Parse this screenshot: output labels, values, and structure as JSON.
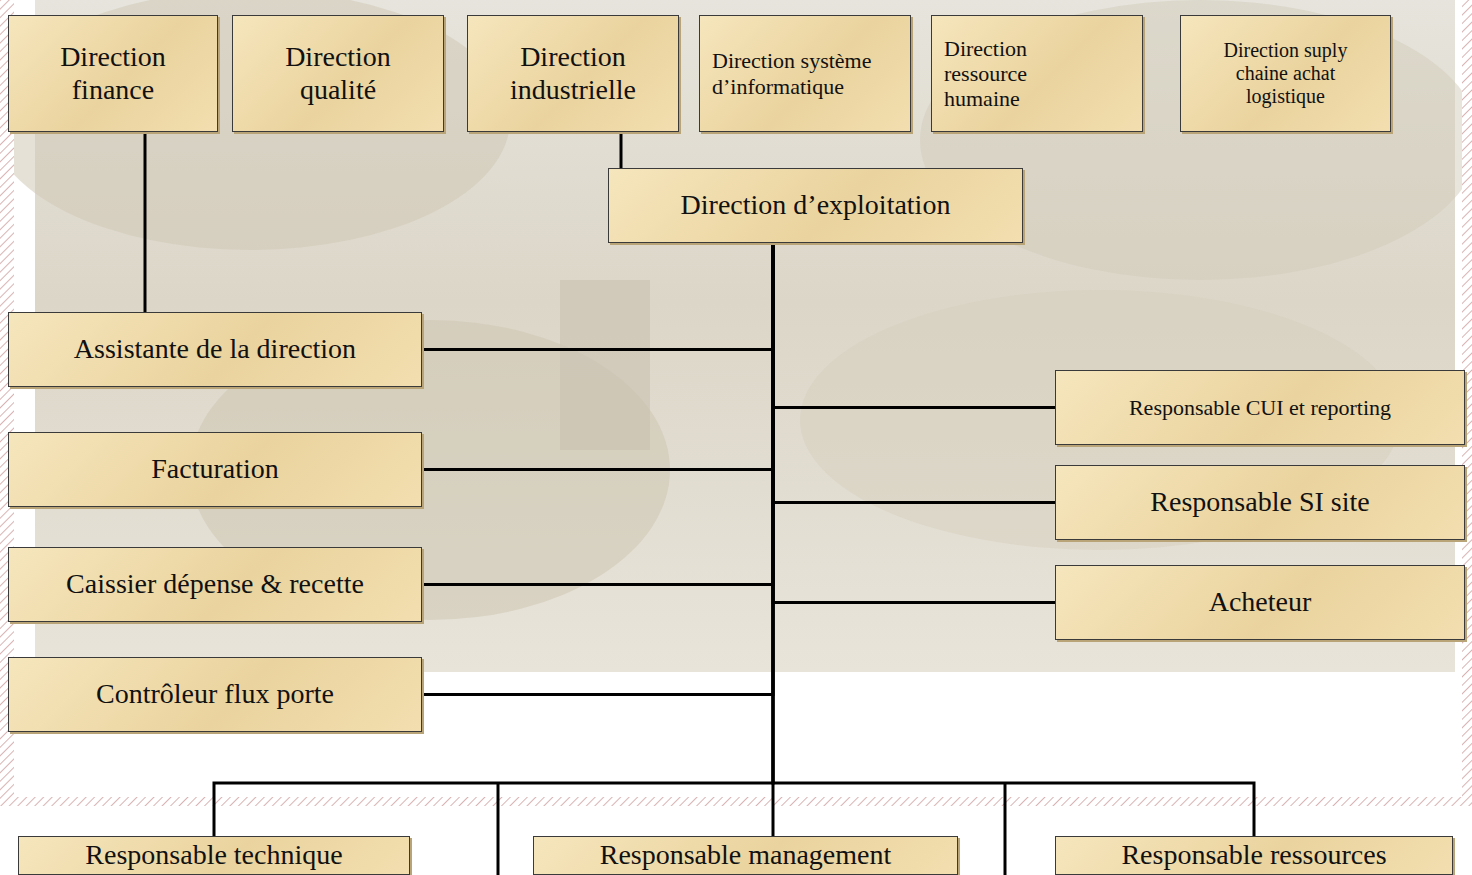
{
  "diagram": {
    "nodes": [
      {
        "text": [
          "Direction finance"
        ]
      },
      {
        "text": [
          "Direction qualité"
        ]
      },
      {
        "text": [
          "Direction industrielle"
        ]
      },
      {
        "text": [
          "Direction système d’informatique"
        ]
      },
      {
        "text": [
          "Direction ressource humaine"
        ]
      },
      {
        "text": [
          "Direction suply chaine achat logistique"
        ]
      },
      {
        "text": [
          "Direction d’exploitation"
        ]
      },
      {
        "text": [
          "Assistante de la direction"
        ]
      },
      {
        "text": [
          "Responsable CUI et reporting"
        ]
      },
      {
        "text": [
          "Facturation"
        ]
      },
      {
        "text": [
          "Responsable SI site"
        ]
      },
      {
        "text": [
          "Caissier dépense & recette"
        ]
      },
      {
        "text": [
          "Acheteur"
        ]
      },
      {
        "text": [
          "Contrôleur flux porte"
        ]
      },
      {
        "text": [
          "Responsable technique"
        ]
      },
      {
        "text": [
          "Responsable management"
        ]
      },
      {
        "text": [
          "Responsable ressources"
        ]
      }
    ],
    "edges": [
      {
        "from": 0,
        "to": 7,
        "arrow": "none"
      },
      {
        "from": 2,
        "to": 6,
        "arrow": "none"
      },
      {
        "from": 6,
        "to": 7,
        "arrow": "none"
      },
      {
        "from": 6,
        "to": 8,
        "arrow": "none"
      },
      {
        "from": 6,
        "to": 9,
        "arrow": "none"
      },
      {
        "from": 6,
        "to": 10,
        "arrow": "none"
      },
      {
        "from": 6,
        "to": 11,
        "arrow": "none"
      },
      {
        "from": 6,
        "to": 12,
        "arrow": "none"
      },
      {
        "from": 6,
        "to": 13,
        "arrow": "none"
      },
      {
        "from": 6,
        "to": 14,
        "arrow": "none"
      },
      {
        "from": 6,
        "to": 15,
        "arrow": "none"
      },
      {
        "from": 6,
        "to": 16,
        "arrow": "none"
      }
    ]
  }
}
